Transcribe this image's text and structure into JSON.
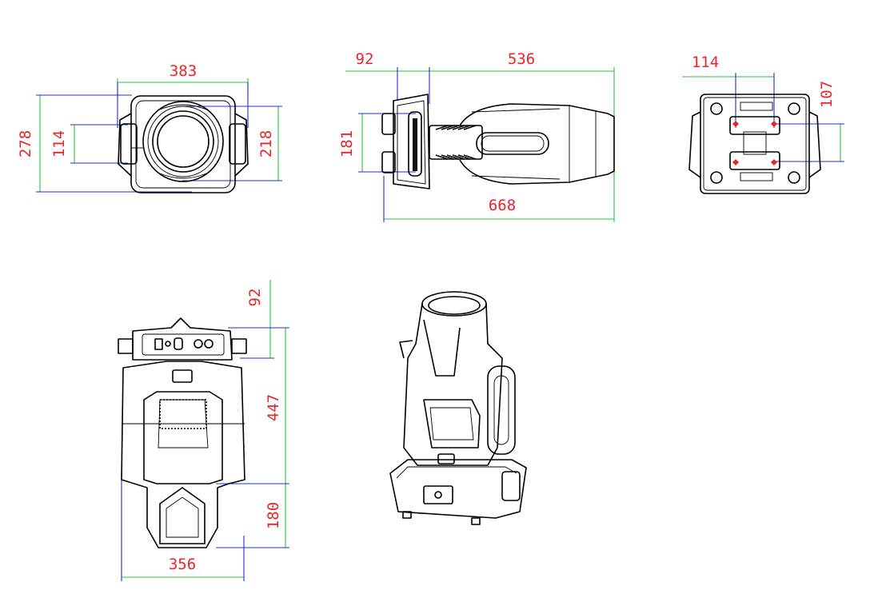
{
  "figure": {
    "views": [
      "front",
      "side",
      "bottom",
      "rear",
      "perspective"
    ]
  },
  "dimensions": {
    "front_width": "383",
    "front_height": "278",
    "front_inner_height": "114",
    "front_lens_height": "218",
    "side_base_depth": "92",
    "side_head_length": "536",
    "side_height": "181",
    "side_total_length": "668",
    "bottom_hole_spacing_x": "114",
    "bottom_hole_spacing_y": "107",
    "rear_base_height": "92",
    "rear_body_height": "447",
    "rear_head_height": "180",
    "rear_width": "356"
  },
  "colors": {
    "dimension_text": "#e8262b",
    "dimension_line_green": "#2fbf3a",
    "dimension_line_blue": "#1f2fd8",
    "drawing_line": "#000000"
  }
}
